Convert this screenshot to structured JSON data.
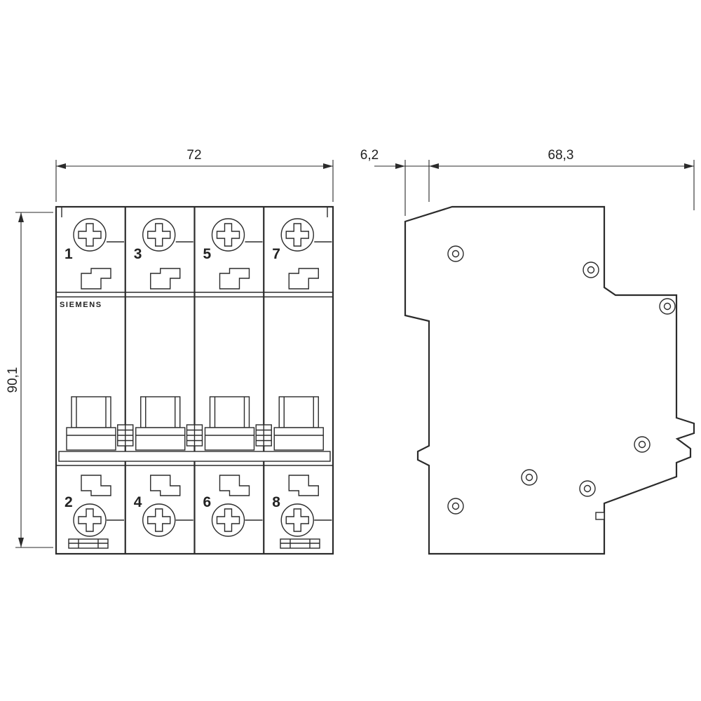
{
  "front_view": {
    "brand": "SIEMENS",
    "pole_labels_top": [
      "1",
      "3",
      "5",
      "7"
    ],
    "pole_labels_bottom": [
      "2",
      "4",
      "6",
      "8"
    ]
  },
  "dimensions": {
    "width_mm": "72",
    "height_mm": "90,1",
    "front_depth_mm": "6,2",
    "body_depth_mm": "68,3"
  },
  "colors": {
    "line": "#2b2b2b",
    "background": "#ffffff"
  }
}
